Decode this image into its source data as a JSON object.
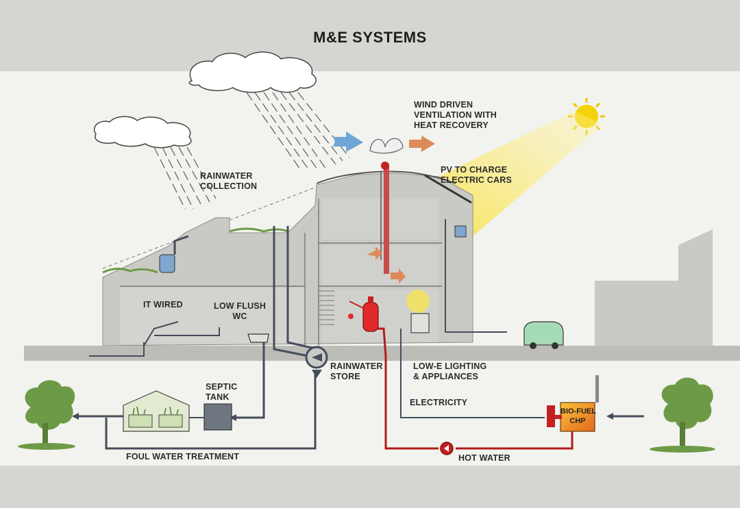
{
  "title": "M&E SYSTEMS",
  "labels": {
    "wind": "WIND DRIVEN\nVENTILATION WITH\nHEAT RECOVERY",
    "pv": "PV TO CHARGE\nELECTRIC CARS",
    "rainwater_collection": "RAINWATER\nCOLLECTION",
    "it_wired": "IT WIRED",
    "low_flush": "LOW FLUSH\nWC",
    "rainwater_store": "RAINWATER\nSTORE",
    "low_e": "LOW-E LIGHTING\n& APPLIANCES",
    "septic": "SEPTIC\nTANK",
    "electricity": "ELECTRICITY",
    "biofuel": "BIO-FUEL\nCHP",
    "foul_water": "FOUL WATER TREATMENT",
    "hot_water": "HOT WATER"
  },
  "colors": {
    "background": "#f2f3ee",
    "band": "#d5d6d1",
    "building": "#c9cac5",
    "ground": "#bdbdb8",
    "pipe_dark": "#454d5a",
    "hot_water": "#b31a1a",
    "sun": "#f4d20a",
    "tree": "#6d9a47",
    "arrow_blue": "#6fa6d6",
    "arrow_orange": "#dd8a5a"
  }
}
